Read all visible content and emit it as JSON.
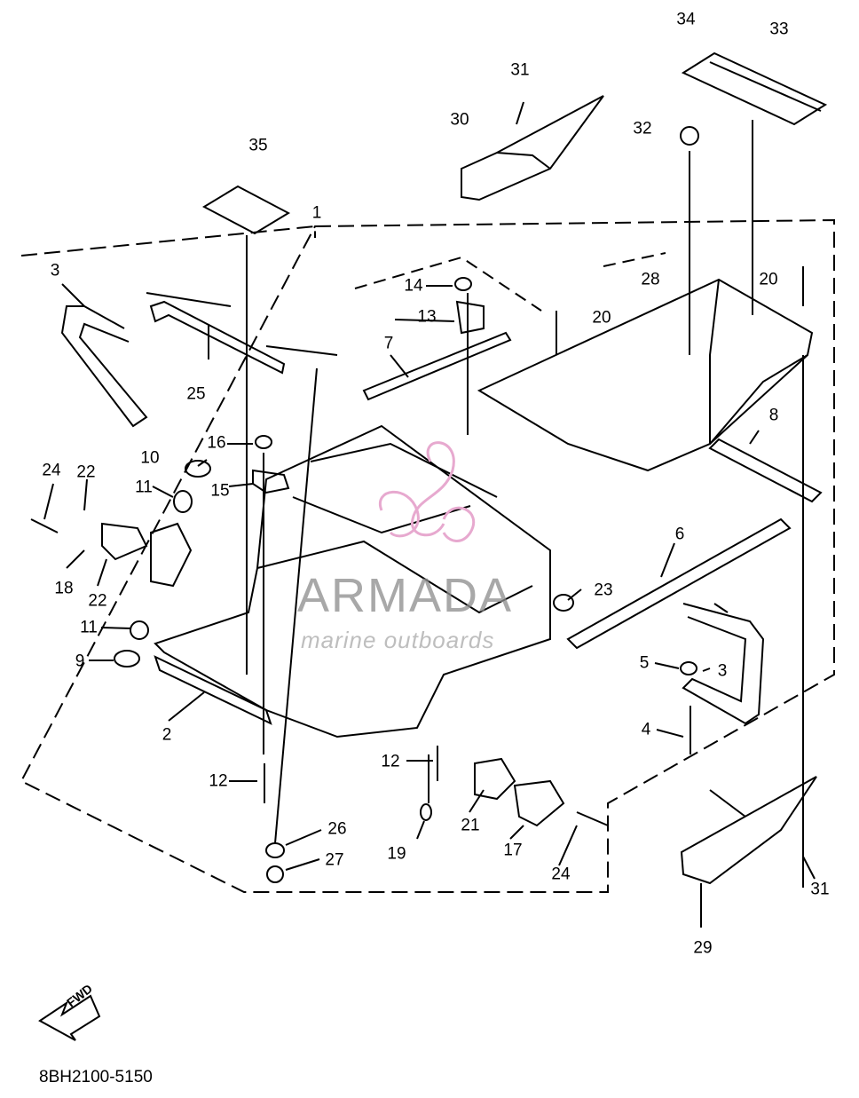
{
  "diagram_code": "8BH2100-5150",
  "forward_label": "FWD",
  "watermark": {
    "brand": "ARMADA",
    "subtitle": "marine outboards"
  },
  "callouts": [
    {
      "id": "c34",
      "text": "34"
    },
    {
      "id": "c33",
      "text": "33"
    },
    {
      "id": "c31a",
      "text": "31"
    },
    {
      "id": "c30",
      "text": "30"
    },
    {
      "id": "c32",
      "text": "32"
    },
    {
      "id": "c35",
      "text": "35"
    },
    {
      "id": "c1",
      "text": "1"
    },
    {
      "id": "c3a",
      "text": "3"
    },
    {
      "id": "c14",
      "text": "14"
    },
    {
      "id": "c28",
      "text": "28"
    },
    {
      "id": "c20a",
      "text": "20"
    },
    {
      "id": "c13",
      "text": "13"
    },
    {
      "id": "c20b",
      "text": "20"
    },
    {
      "id": "c7",
      "text": "7"
    },
    {
      "id": "c25",
      "text": "25"
    },
    {
      "id": "c8",
      "text": "8"
    },
    {
      "id": "c16",
      "text": "16"
    },
    {
      "id": "c10",
      "text": "10"
    },
    {
      "id": "c15",
      "text": "15"
    },
    {
      "id": "c24a",
      "text": "24"
    },
    {
      "id": "c22a",
      "text": "22"
    },
    {
      "id": "c11a",
      "text": "11"
    },
    {
      "id": "c6",
      "text": "6"
    },
    {
      "id": "c18",
      "text": "18"
    },
    {
      "id": "c22b",
      "text": "22"
    },
    {
      "id": "c23",
      "text": "23"
    },
    {
      "id": "c11b",
      "text": "11"
    },
    {
      "id": "c9",
      "text": "9"
    },
    {
      "id": "c5",
      "text": "5"
    },
    {
      "id": "c3b",
      "text": "3"
    },
    {
      "id": "c2",
      "text": "2"
    },
    {
      "id": "c4",
      "text": "4"
    },
    {
      "id": "c12a",
      "text": "12"
    },
    {
      "id": "c12b",
      "text": "12"
    },
    {
      "id": "c26",
      "text": "26"
    },
    {
      "id": "c21",
      "text": "21"
    },
    {
      "id": "c19",
      "text": "19"
    },
    {
      "id": "c17",
      "text": "17"
    },
    {
      "id": "c27",
      "text": "27"
    },
    {
      "id": "c24b",
      "text": "24"
    },
    {
      "id": "c31b",
      "text": "31"
    },
    {
      "id": "c29",
      "text": "29"
    }
  ]
}
